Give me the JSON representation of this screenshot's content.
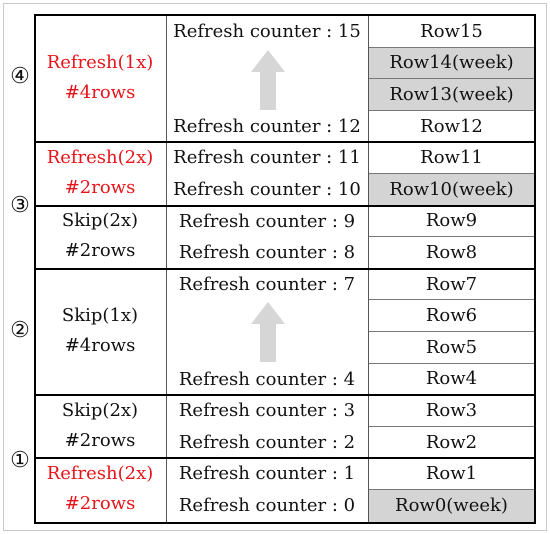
{
  "phases": [
    {
      "label": "④",
      "group": 0
    },
    {
      "label": "③",
      "group": 1
    },
    {
      "label": "②",
      "group": 3
    },
    {
      "label": "①",
      "group": 4
    }
  ],
  "groups": [
    {
      "action": "Refresh(1x)",
      "rows_label": "#4rows",
      "color": "red",
      "counter_top": "Refresh counter : 15",
      "counter_bottom": "Refresh counter : 12",
      "arrow": true
    },
    {
      "action": "Refresh(2x)",
      "rows_label": "#2rows",
      "color": "red",
      "counter_top": "Refresh counter : 11",
      "counter_bottom": "Refresh counter : 10",
      "arrow": false
    },
    {
      "action": "Skip(2x)",
      "rows_label": "#2rows",
      "color": "black",
      "counter_top": "Refresh counter : 9",
      "counter_bottom": "Refresh counter : 8",
      "arrow": false
    },
    {
      "action": "Skip(1x)",
      "rows_label": "#4rows",
      "color": "black",
      "counter_top": "Refresh counter : 7",
      "counter_bottom": "Refresh counter : 4",
      "arrow": true
    },
    {
      "action": "Skip(2x)",
      "rows_label": "#2rows",
      "color": "black",
      "counter_top": "Refresh counter : 3",
      "counter_bottom": "Refresh counter : 2",
      "arrow": false
    },
    {
      "action": "Refresh(2x)",
      "rows_label": "#2rows",
      "color": "red",
      "counter_top": "Refresh counter : 1",
      "counter_bottom": "Refresh counter : 0",
      "arrow": false
    }
  ],
  "rows": [
    {
      "label": "Row15",
      "weak": false
    },
    {
      "label": "Row14(week)",
      "weak": true
    },
    {
      "label": "Row13(week)",
      "weak": true
    },
    {
      "label": "Row12",
      "weak": false
    },
    {
      "label": "Row11",
      "weak": false
    },
    {
      "label": "Row10(week)",
      "weak": true
    },
    {
      "label": "Row9",
      "weak": false
    },
    {
      "label": "Row8",
      "weak": false
    },
    {
      "label": "Row7",
      "weak": false
    },
    {
      "label": "Row6",
      "weak": false
    },
    {
      "label": "Row5",
      "weak": false
    },
    {
      "label": "Row4",
      "weak": false
    },
    {
      "label": "Row3",
      "weak": false
    },
    {
      "label": "Row2",
      "weak": false
    },
    {
      "label": "Row1",
      "weak": false
    },
    {
      "label": "Row0(week)",
      "weak": true
    }
  ],
  "colors": {
    "red": "#e8141a",
    "black": "#111111",
    "weak_fill": "#d4d4d4",
    "arrow": "#d6d6d6"
  }
}
